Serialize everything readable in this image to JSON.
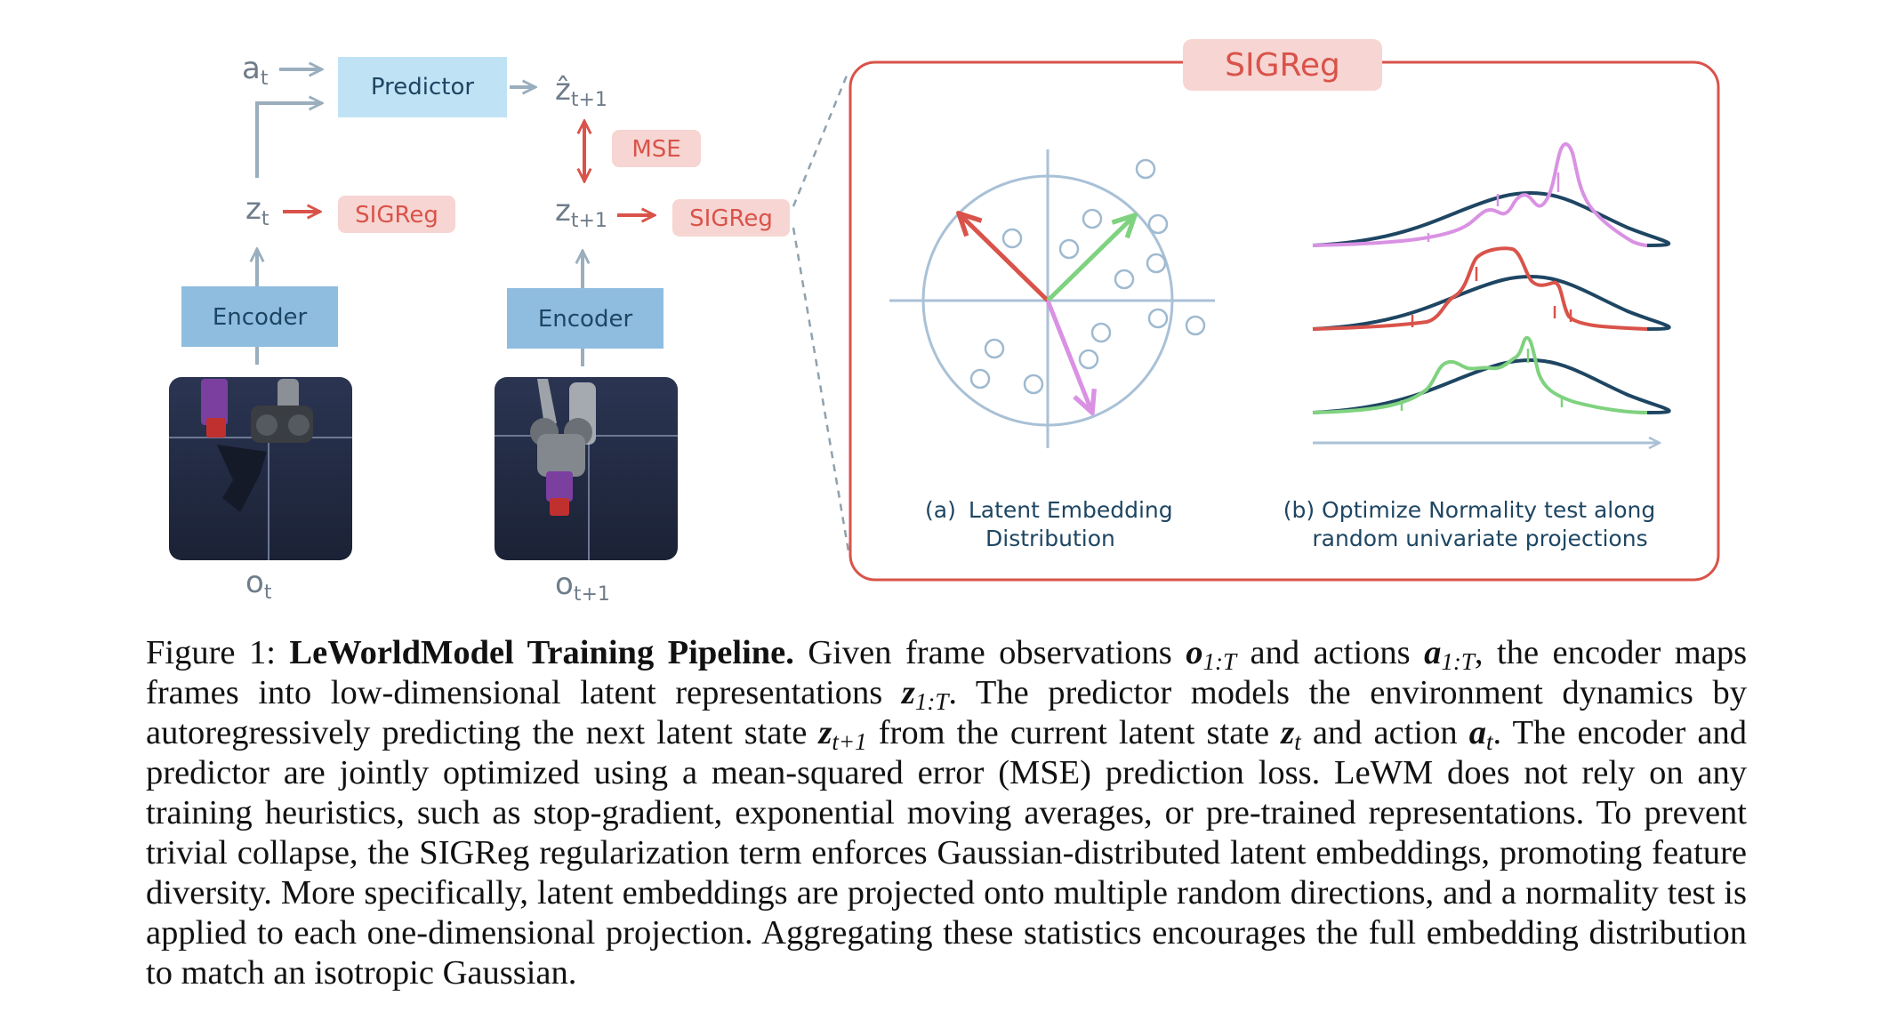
{
  "figure": {
    "pipeline": {
      "a_t": {
        "base": "a",
        "sub": "t"
      },
      "predictor_label": "Predictor",
      "zhat_next": {
        "base": "ẑ",
        "sub": "t+1"
      },
      "mse_label": "MSE",
      "z_t": {
        "base": "z",
        "sub": "t"
      },
      "z_next": {
        "base": "z",
        "sub": "t+1"
      },
      "sigreg_label": "SIGReg",
      "encoder_label": "Encoder",
      "o_t": {
        "base": "o",
        "sub": "t"
      },
      "o_next": {
        "base": "o",
        "sub": "t+1"
      }
    },
    "sigreg_panel": {
      "title": "SIGReg",
      "caption_a": {
        "tag": "(a)",
        "line1": "Latent Embedding",
        "line2": "Distribution"
      },
      "caption_b": {
        "line1": "(b) Optimize Normality test along",
        "line2": "random univariate projections"
      }
    },
    "colors": {
      "red": "#d9534a",
      "red_soft": "#f7d5d2",
      "predictor_fill": "#bfe3f5",
      "encoder_fill": "#8fbde0",
      "gray_arrow": "#9aaebd",
      "navy": "#1e4663",
      "green": "#7fd27f",
      "violet": "#d992e3",
      "axis": "#a9c1d6"
    }
  },
  "caption": {
    "label": "Figure 1:",
    "title": "LeWorldModel Training Pipeline.",
    "t1": "Given frame observations",
    "o_sym": "o",
    "o_sub": "1:T",
    "t2": "and actions",
    "a_sym": "a",
    "a_sub": "1:T",
    "t3": ", the encoder maps frames into low-dimensional latent representations",
    "z_sym": "z",
    "z_sub": "1:T",
    "t4": ". The predictor models the environment dynamics by autoregressively predicting the next latent state",
    "znext_sym": "z",
    "znext_sub": "t+1",
    "t5": "from the current latent state",
    "zt_sym": "z",
    "zt_sub": "t",
    "t6": "and action",
    "at_sym": "a",
    "at_sub": "t",
    "t7": ". The encoder and predictor are jointly optimized using a mean-squared error (MSE) prediction loss. LeWM does not rely on any training heuristics, such as stop-gradient, exponential moving averages, or pre-trained representations. To prevent trivial collapse, the SIGReg regularization term enforces Gaussian-distributed latent embeddings, promoting feature diversity. More specifically, latent embeddings are projected onto multiple random directions, and a normality test is applied to each one-dimensional projection. Aggregating these statistics encourages the full embedding distribution to match an isotropic Gaussian."
  }
}
